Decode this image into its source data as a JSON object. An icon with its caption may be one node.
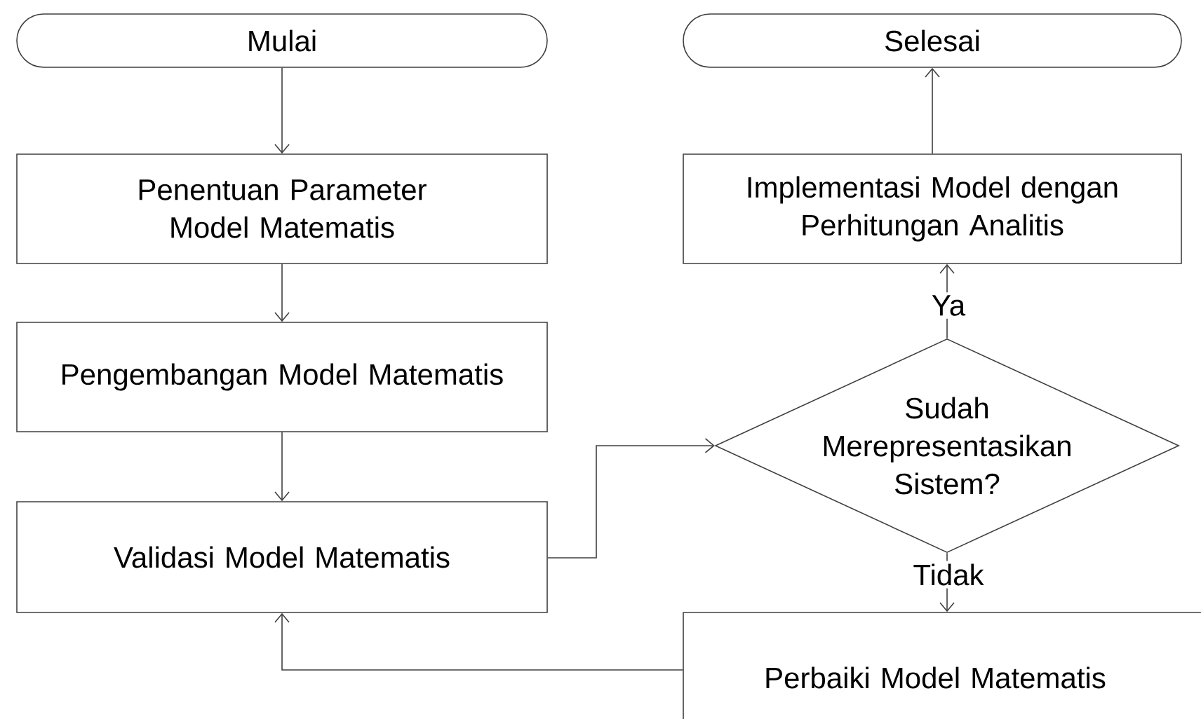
{
  "diagram": {
    "nodes": [
      {
        "text": [
          "Mulai"
        ]
      },
      {
        "text": [
          "Penentuan Parameter Model Matematis"
        ]
      },
      {
        "text": [
          "Pengembangan Model Matematis"
        ]
      },
      {
        "text": [
          "Validasi Model Matematis"
        ]
      },
      {
        "text": [
          "Selesai"
        ]
      },
      {
        "text": [
          "Implementasi Model dengan Perhitungan Analitis"
        ]
      },
      {
        "text": [
          "Sudah Merepresentasikan Sistem?"
        ]
      },
      {
        "text": [
          "Perbaiki Model Matematis"
        ]
      }
    ],
    "edges": [
      {
        "from": 0,
        "to": 1,
        "arrow": "to"
      },
      {
        "from": 1,
        "to": 2,
        "arrow": "to"
      },
      {
        "from": 2,
        "to": 3,
        "arrow": "to"
      },
      {
        "from": 3,
        "to": 6,
        "arrow": "to"
      },
      {
        "from": 6,
        "to": 5,
        "arrow": "to",
        "label": "Ya"
      },
      {
        "from": 5,
        "to": 4,
        "arrow": "to"
      },
      {
        "from": 6,
        "to": 7,
        "arrow": "to",
        "label": "Tidak"
      },
      {
        "from": 7,
        "to": 3,
        "arrow": "to"
      }
    ]
  }
}
